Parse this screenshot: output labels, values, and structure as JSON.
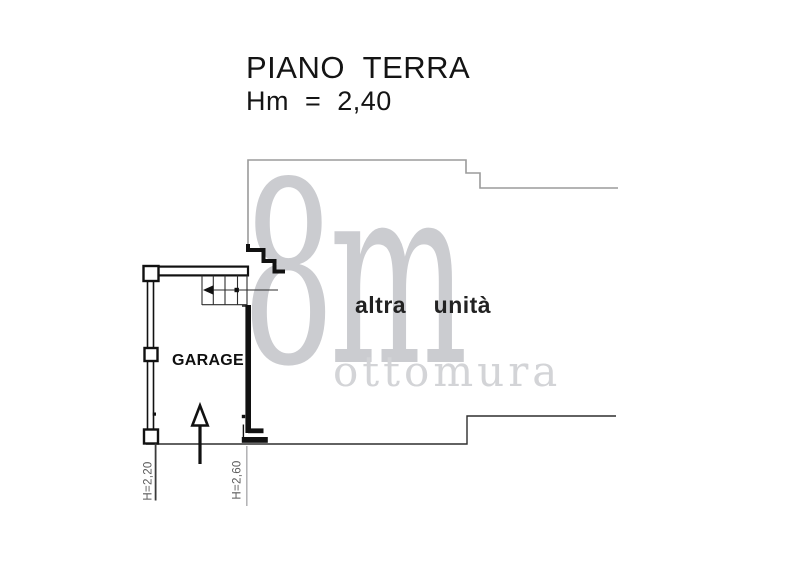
{
  "header": {
    "title": "PIANO  TERRA",
    "height_note": "Hm  =  2,40"
  },
  "plan": {
    "garage_label": "GARAGE",
    "adjacent_unit_label": "altra    unità",
    "height_left": "H=2,20",
    "height_right": "H=2,60"
  },
  "watermark": {
    "monogram": "8m",
    "name": "ottomura"
  },
  "colors": {
    "wall": "#111111",
    "outline_gray": "#9b9b9b",
    "outline_dark": "#2e2e2e",
    "watermark": "#cbccd0",
    "watermark_light": "#d3d4d7"
  }
}
